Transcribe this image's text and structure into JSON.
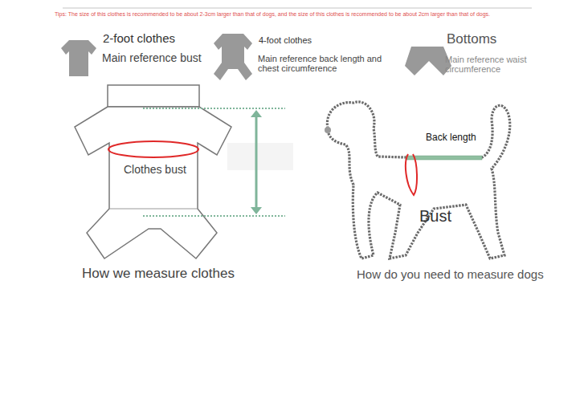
{
  "diagram": {
    "labels": [
      "Tips: The size of this clothes is recommended to be about 2-3cm larger than that of dogs, and the size of this clothes is recommended to be about 2cm larger than that of dogs.",
      "2-foot clothes",
      "Main reference bust",
      "4-foot clothes",
      "Main reference back length and chest circumference",
      "Bottoms",
      "Main reference waist circumference",
      "Clothes bust",
      "Back length",
      "Bust",
      "How we measure clothes",
      "How do you need to measure dogs"
    ]
  }
}
